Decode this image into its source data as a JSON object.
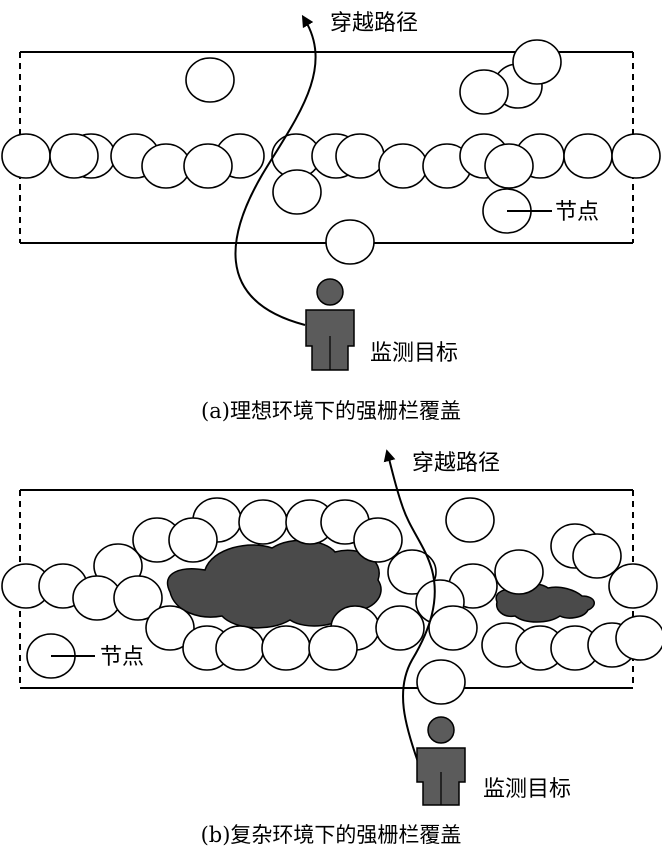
{
  "panel_a": {
    "path_label": "穿越路径",
    "node_label": "节点",
    "target_label": "监测目标",
    "caption": "(a)理想环境下的强栅栏覆盖"
  },
  "panel_b": {
    "path_label": "穿越路径",
    "node_label": "节点",
    "target_label": "监测目标",
    "caption": "(b)复杂环境下的强栅栏覆盖"
  },
  "colors": {
    "line": "#000000",
    "node_fill": "#ffffff",
    "obstacle": "#4a4a4a",
    "person": "#5b5b5b"
  }
}
